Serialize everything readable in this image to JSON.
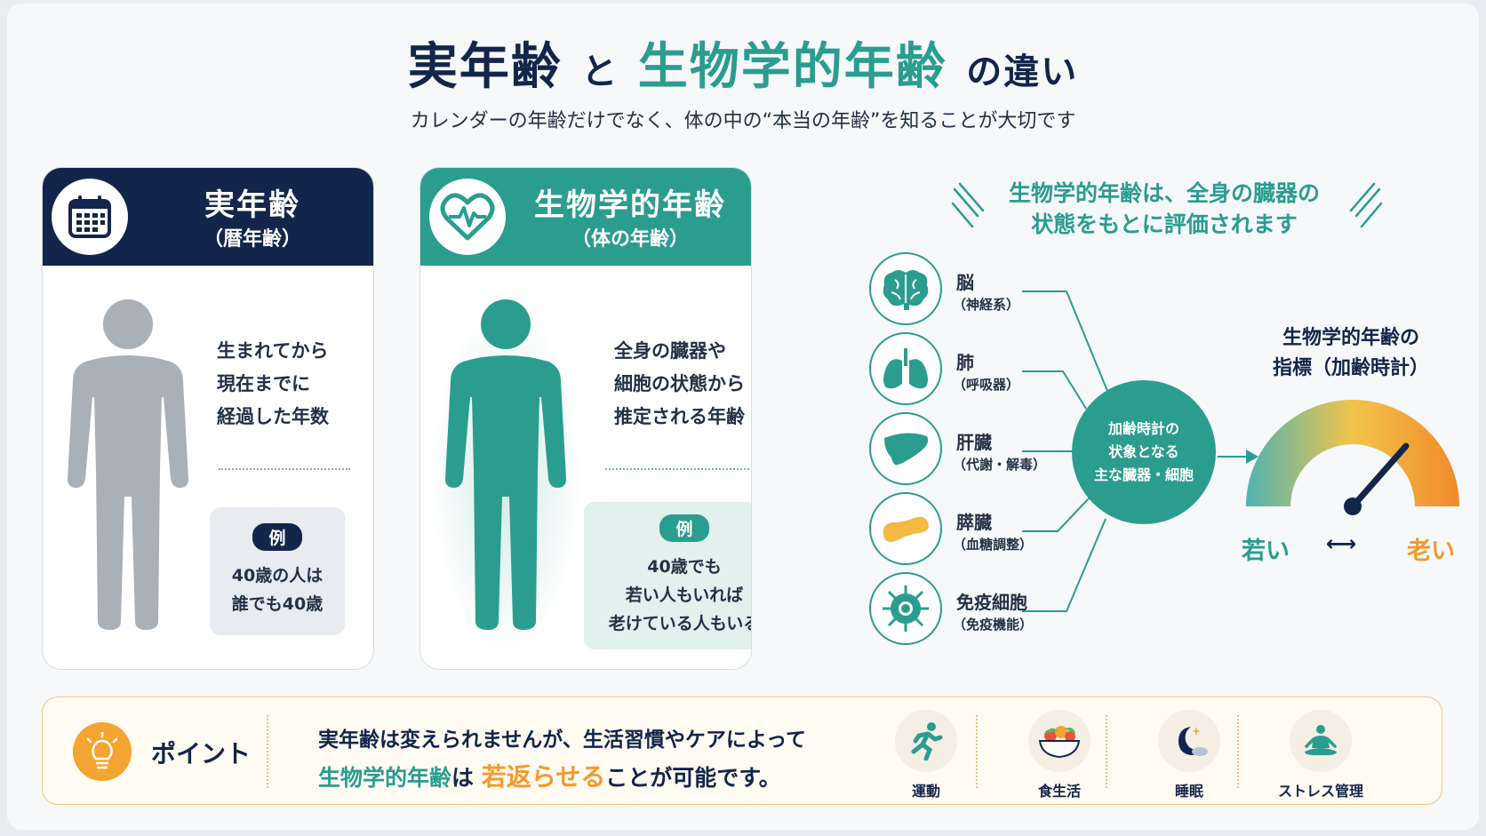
{
  "title": {
    "part1": "実年齢",
    "conj": "と",
    "part2": "生物学的年齢",
    "suffix": "の違い"
  },
  "subtitle": "カレンダーの年齢だけでなく、体の中の“本当の年齢”を知ることが大切です",
  "chronological": {
    "title": "実年齢",
    "subtitle": "（暦年齢）",
    "icon": "calendar-icon",
    "desc": [
      "生まれてから",
      "現在までに",
      "経過した年数"
    ],
    "example_label": "例",
    "example_lines": [
      "40歳の人は",
      "誰でも40歳"
    ]
  },
  "biological": {
    "title": "生物学的年齢",
    "subtitle": "（体の年齢）",
    "icon": "heart-pulse-icon",
    "desc": [
      "全身の臓器や",
      "細胞の状態から",
      "推定される年齢"
    ],
    "example_label": "例",
    "example_lines": [
      "40歳でも",
      "若い人もいれば",
      "老けている人もいる"
    ]
  },
  "organs_heading": [
    "生物学的年齢は、全身の臓器の",
    "状態をもとに評価されます"
  ],
  "organs": [
    {
      "name": "脳",
      "sub": "（神経系）",
      "icon": "brain-icon"
    },
    {
      "name": "肺",
      "sub": "（呼吸器）",
      "icon": "lungs-icon"
    },
    {
      "name": "肝臓",
      "sub": "（代謝・解毒）",
      "icon": "liver-icon"
    },
    {
      "name": "膵臓",
      "sub": "（血糖調整）",
      "icon": "pancreas-icon"
    },
    {
      "name": "免疫細胞",
      "sub": "（免疫機能）",
      "icon": "immune-cell-icon"
    }
  ],
  "hub": [
    "加齢時計の",
    "状象となる",
    "主な臓器・細胞"
  ],
  "gauge": {
    "title": [
      "生物学的年齢の",
      "指標（加齢時計）"
    ],
    "young": "若い",
    "arrow": "⟷",
    "old": "老い"
  },
  "point": {
    "label": "ポイント",
    "line1": "実年齢は変えられませんが、生活習慣やケアによって",
    "line2_a": "生物学的年齢",
    "line2_b": "は",
    "line2_c": "若返らせる",
    "line2_d": "ことが可能です。"
  },
  "lifestyle": [
    {
      "label": "運動",
      "icon": "running-icon"
    },
    {
      "label": "食生活",
      "icon": "salad-bowl-icon"
    },
    {
      "label": "睡眠",
      "icon": "moon-icon"
    },
    {
      "label": "ストレス管理",
      "icon": "meditation-icon"
    }
  ],
  "colors": {
    "navy": "#13254a",
    "teal": "#2a9d8f",
    "orange": "#f39a2b",
    "gray_figure": "#a9b0b7"
  }
}
